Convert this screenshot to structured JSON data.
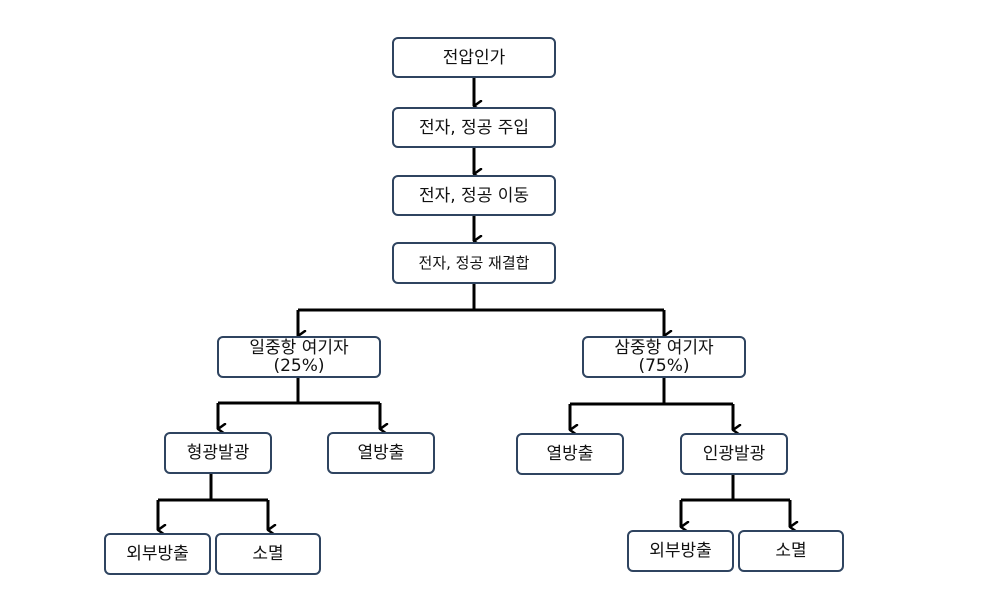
{
  "diagram": {
    "nodes": {
      "voltage": {
        "label": "전압인가"
      },
      "injection": {
        "label": "전자, 정공 주입"
      },
      "movement": {
        "label": "전자, 정공 이동"
      },
      "recombination": {
        "label": "전자, 정공 재결합"
      },
      "singlet": {
        "label": "일중항 여기자",
        "percent": "(25%)"
      },
      "triplet": {
        "label": "삼중항 여기자",
        "percent": "(75%)"
      },
      "fluorescence": {
        "label": "형광발광"
      },
      "heat_left": {
        "label": "열방출"
      },
      "heat_right": {
        "label": "열방출"
      },
      "phosphorescence": {
        "label": "인광발광"
      },
      "external_left": {
        "label": "외부방출"
      },
      "quench_left": {
        "label": "소멸"
      },
      "external_right": {
        "label": "외부방출"
      },
      "quench_right": {
        "label": "소멸"
      }
    },
    "colors": {
      "border": "#2f4460",
      "line": "#000000"
    }
  }
}
